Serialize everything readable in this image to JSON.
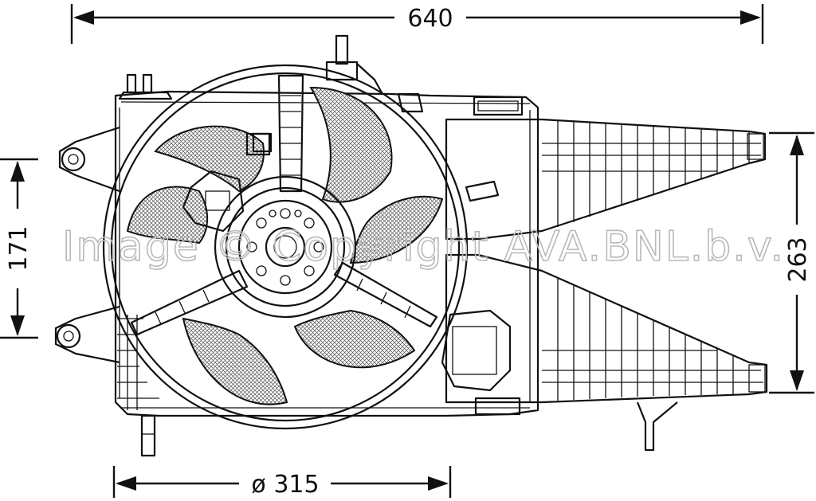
{
  "dimensions": {
    "overall_width": "640",
    "fan_diameter": "ø 315",
    "left_mount_spacing": "171",
    "right_height": "263"
  },
  "watermark": "Image © Copyright AVA.BNL.b.v.",
  "colors": {
    "line": "#111111",
    "watermark": "#b9b9b9",
    "background": "#ffffff"
  }
}
